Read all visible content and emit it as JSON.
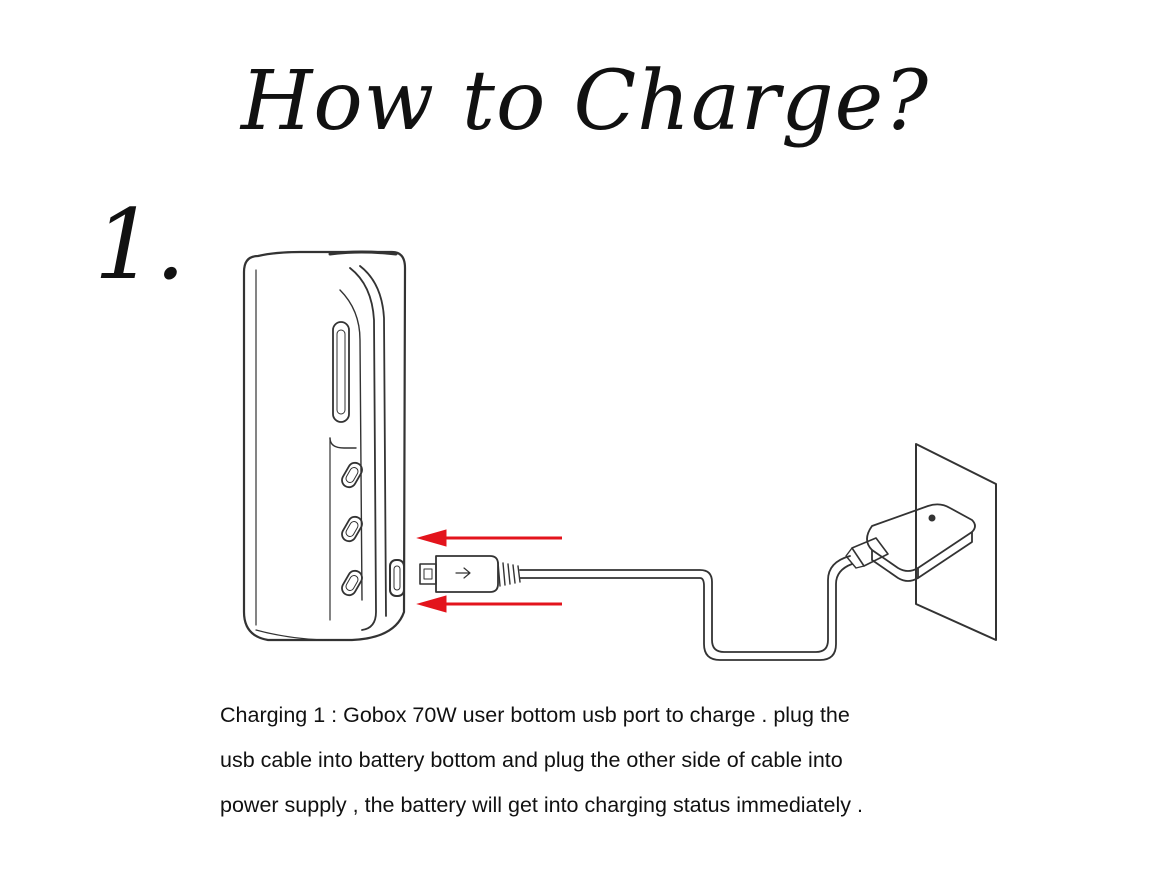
{
  "title": "How to Charge?",
  "step": {
    "number": "1."
  },
  "caption": {
    "lines": [
      "Charging 1 : Gobox 70W user bottom usb port to charge . plug the",
      "usb cable into battery bottom and plug the other side of cable into",
      "power supply , the battery will get into charging status immediately ."
    ]
  },
  "colors": {
    "arrow": "#e3141c",
    "line": "#333333",
    "text": "#111111",
    "background": "#ffffff"
  }
}
